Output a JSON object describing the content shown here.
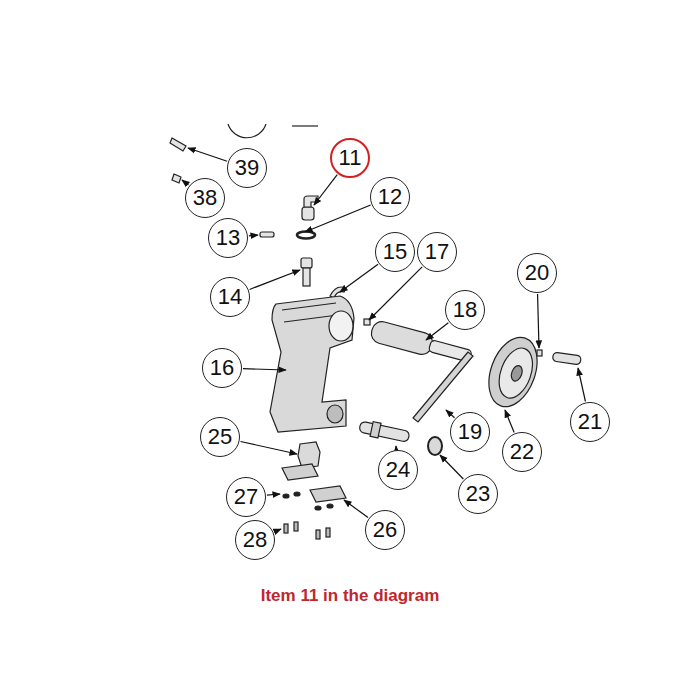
{
  "diagram": {
    "caption": "Item 11 in the diagram",
    "nodes": [
      {
        "text": [
          "39"
        ]
      },
      {
        "text": [
          "11"
        ]
      },
      {
        "text": [
          "38"
        ]
      },
      {
        "text": [
          "12"
        ]
      },
      {
        "text": [
          "13"
        ]
      },
      {
        "text": [
          "15"
        ]
      },
      {
        "text": [
          "17"
        ]
      },
      {
        "text": [
          "20"
        ]
      },
      {
        "text": [
          "14"
        ]
      },
      {
        "text": [
          "18"
        ]
      },
      {
        "text": [
          "16"
        ]
      },
      {
        "text": [
          "21"
        ]
      },
      {
        "text": [
          "19"
        ]
      },
      {
        "text": [
          "25"
        ]
      },
      {
        "text": [
          "22"
        ]
      },
      {
        "text": [
          "24"
        ]
      },
      {
        "text": [
          "23"
        ]
      },
      {
        "text": [
          "27"
        ]
      },
      {
        "text": [
          "26"
        ]
      },
      {
        "text": [
          "28"
        ]
      }
    ]
  }
}
